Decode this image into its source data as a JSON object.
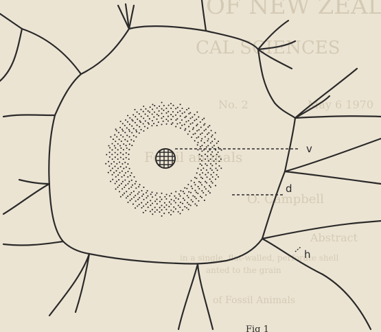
{
  "figure": {
    "labels": {
      "v": "v",
      "d": "d",
      "h": "h"
    },
    "caption": "Fig 1"
  },
  "bleed_through": {
    "lines": [
      "OF NEW ZEALAND",
      "CAL SCIENCES",
      "No. 2",
      "May 6 1970",
      "Fossil animals",
      "O. Campbell",
      "Abstract",
      "in a single, flat-walled, perforate shell",
      "anted to the grain",
      "of Fossil Animals"
    ]
  },
  "colors": {
    "paper": "#ece4d3",
    "ink": "#2a2a2a",
    "bleed": "#cfc4ad"
  }
}
